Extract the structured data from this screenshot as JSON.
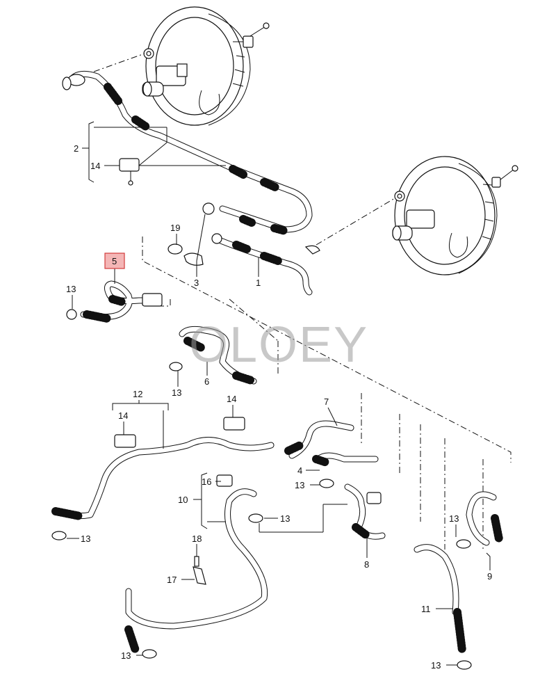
{
  "watermark": "OLOEY",
  "highlight": {
    "label": "5",
    "fill": "#f4b6b6",
    "border": "#d23c3c"
  },
  "callouts": {
    "c1": "1",
    "c2": "2",
    "c3": "3",
    "c4": "4",
    "c6": "6",
    "c7": "7",
    "c8": "8",
    "c9": "9",
    "c10": "10",
    "c11": "11",
    "c12": "12",
    "c13": "13",
    "c14": "14",
    "c16": "16",
    "c17": "17",
    "c18": "18",
    "c19": "19"
  },
  "colors": {
    "line": "#111111",
    "background": "#ffffff",
    "watermark": "#9a9a9a"
  }
}
